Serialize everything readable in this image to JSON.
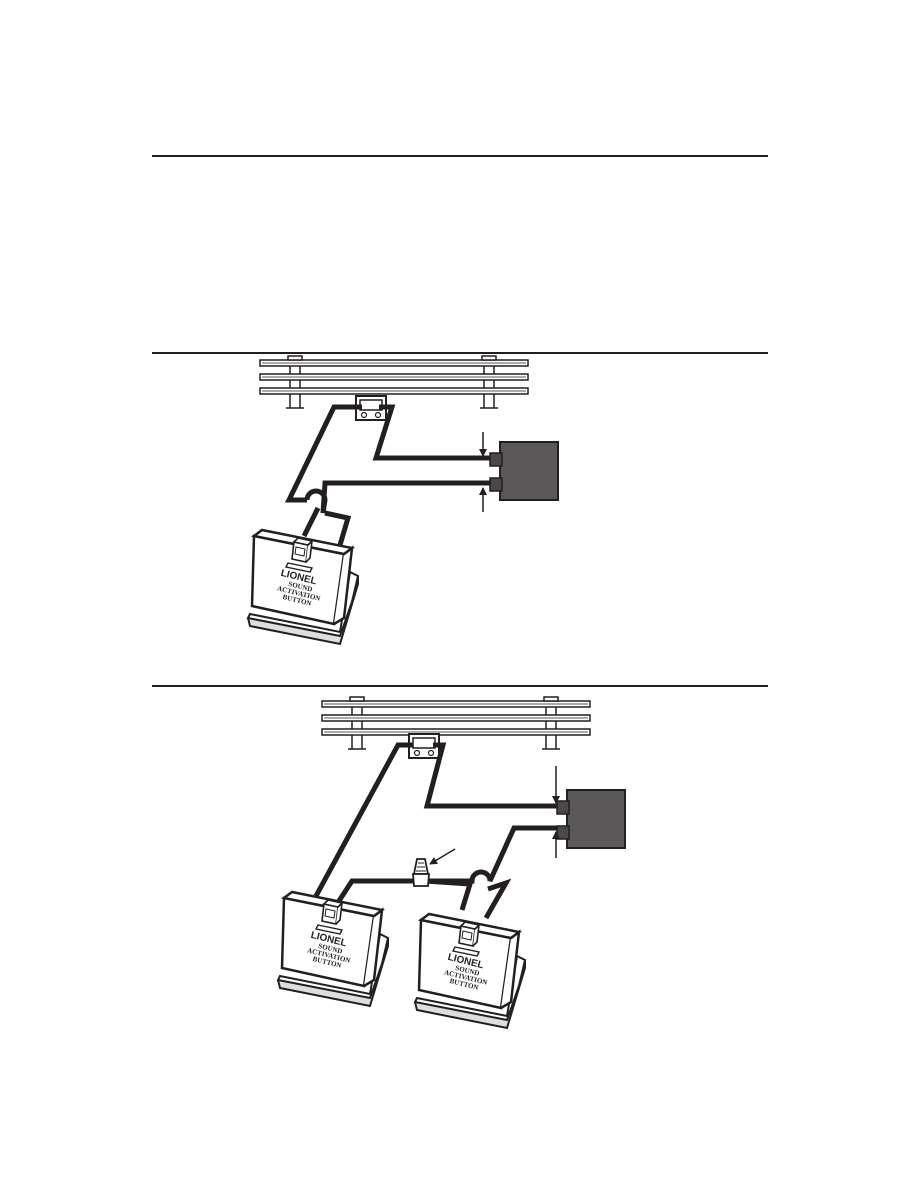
{
  "figure1": {
    "button": {
      "brand": "LIONEL",
      "line1": "SOUND",
      "line2": "ACTIVATION",
      "line3": "BUTTON"
    }
  },
  "figure2": {
    "button_left": {
      "brand": "LIONEL",
      "line1": "SOUND",
      "line2": "ACTIVATION",
      "line3": "BUTTON"
    },
    "button_right": {
      "brand": "LIONEL",
      "line1": "SOUND",
      "line2": "ACTIVATION",
      "line3": "BUTTON"
    }
  },
  "icons": [
    "track-section-icon",
    "track-clip-icon",
    "transformer-icon",
    "wire-nut-icon",
    "push-button-icon",
    "arrow-icon"
  ],
  "colors": {
    "ink": "#231f20",
    "transformer_fill": "#5a5859"
  }
}
